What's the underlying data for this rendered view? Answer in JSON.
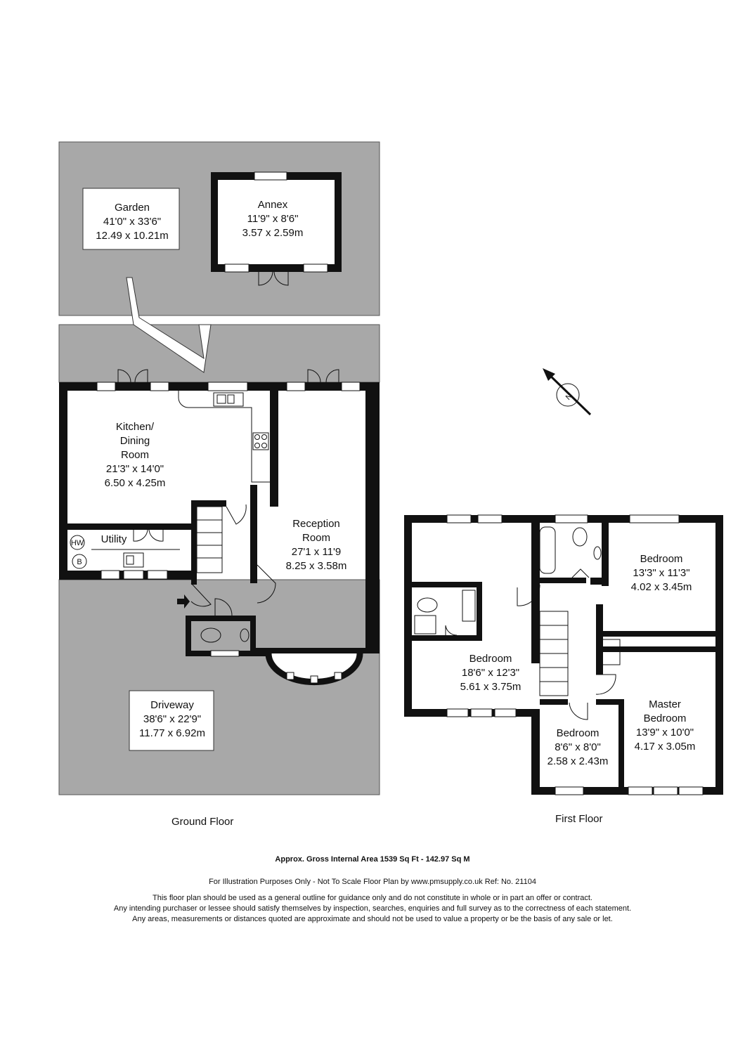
{
  "floors": {
    "ground": "Ground Floor",
    "first": "First Floor"
  },
  "rooms": {
    "garden": {
      "name": "Garden",
      "imperial": "41'0\" x 33'6\"",
      "metric": "12.49 x 10.21m"
    },
    "annex": {
      "name": "Annex",
      "imperial": "11'9\" x 8'6\"",
      "metric": "3.57 x 2.59m"
    },
    "kitchen": {
      "name1": "Kitchen/",
      "name2": "Dining",
      "name3": "Room",
      "imperial": "21'3\" x 14'0\"",
      "metric": "6.50 x 4.25m"
    },
    "utility": {
      "name": "Utility"
    },
    "reception": {
      "name1": "Reception",
      "name2": "Room",
      "imperial": "27'1 x 11'9",
      "metric": "8.25 x 3.58m"
    },
    "driveway": {
      "name": "Driveway",
      "imperial": "38'6\" x 22'9\"",
      "metric": "11.77 x 6.92m"
    },
    "bed_large": {
      "name": "Bedroom",
      "imperial": "18'6\" x 12'3\"",
      "metric": "5.61 x 3.75m"
    },
    "bed_right": {
      "name": "Bedroom",
      "imperial": "13'3\" x 11'3\"",
      "metric": "4.02 x 3.45m"
    },
    "bed_small": {
      "name": "Bedroom",
      "imperial": "8'6\" x 8'0\"",
      "metric": "2.58 x 2.43m"
    },
    "master": {
      "name1": "Master",
      "name2": "Bedroom",
      "imperial": "13'9\" x 10'0\"",
      "metric": "4.17 x 3.05m"
    }
  },
  "symbols": {
    "hot_water": "HW",
    "boiler": "B",
    "compass": "N"
  },
  "footer": {
    "area": "Approx. Gross Internal Area  1539 Sq Ft  - 142.97 Sq M",
    "illustration": "For Illustration Purposes Only - Not To Scale   Floor Plan by  www.pmsupply.co.uk   Ref: No. 21104",
    "disclaimer_1": "This floor plan should be used as a general outline for guidance only and do not constitute in whole or in part an offer or contract.",
    "disclaimer_2": "Any intending purchaser or lessee should satisfy themselves by inspection, searches, enquiries and full survey as to the correctness of each statement.",
    "disclaimer_3": "Any areas, measurements or distances quoted are approximate and should not be used to value a property or be the basis of any sale or let."
  },
  "colors": {
    "outdoor": "#a8a8a8",
    "wall": "#111111",
    "paper": "#ffffff"
  }
}
